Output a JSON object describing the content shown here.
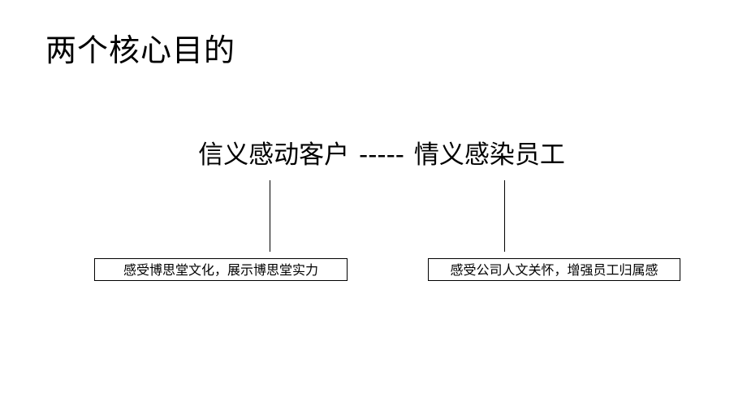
{
  "title": "两个核心目的",
  "headline": {
    "left": "信义感动客户",
    "separator": "-----",
    "right": "情义感染员工"
  },
  "boxes": {
    "left": "感受博思堂文化，展示博思堂实力",
    "right": "感受公司人文关怀，增强员工归属感"
  }
}
